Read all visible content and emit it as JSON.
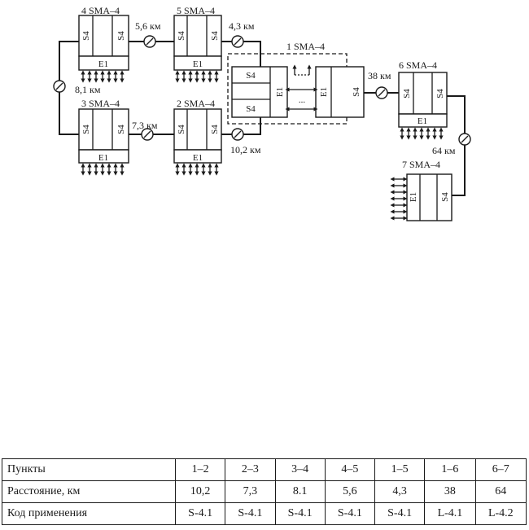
{
  "diagram": {
    "nodes": {
      "n1": {
        "title": "1 SMA–4",
        "ports": [
          "S4",
          "S4",
          "E1",
          "E1",
          "S4"
        ]
      },
      "n2": {
        "title": "2 SMA–4",
        "ports": [
          "S4",
          "S4",
          "E1"
        ]
      },
      "n3": {
        "title": "3 SMA–4",
        "ports": [
          "S4",
          "S4",
          "E1"
        ]
      },
      "n4": {
        "title": "4 SMA–4",
        "ports": [
          "S4",
          "S4",
          "E1"
        ]
      },
      "n5": {
        "title": "5 SMA–4",
        "ports": [
          "S4",
          "S4",
          "E1"
        ]
      },
      "n6": {
        "title": "6 SMA–4",
        "ports": [
          "S4",
          "S4",
          "E1"
        ]
      },
      "n7": {
        "title": "7 SMA–4",
        "ports": [
          "E1",
          "S4"
        ]
      }
    },
    "links": {
      "l45": "5,6 км",
      "l51": "4,3 км",
      "l43": "8,1 км",
      "l32": "7,3 км",
      "l21": "10,2 км",
      "l16": "38 км",
      "l67": "64 км"
    },
    "dots": "..."
  },
  "table": {
    "rows": [
      {
        "label": "Пункты",
        "values": [
          "1–2",
          "2–3",
          "3–4",
          "4–5",
          "1–5",
          "1–6",
          "6–7"
        ]
      },
      {
        "label": "Расстояние, км",
        "values": [
          "10,2",
          "7,3",
          "8.1",
          "5,6",
          "4,3",
          "38",
          "64"
        ]
      },
      {
        "label": "Код применения",
        "values": [
          "S-4.1",
          "S-4.1",
          "S-4.1",
          "S-4.1",
          "S-4.1",
          "L-4.1",
          "L-4.2"
        ]
      }
    ]
  }
}
